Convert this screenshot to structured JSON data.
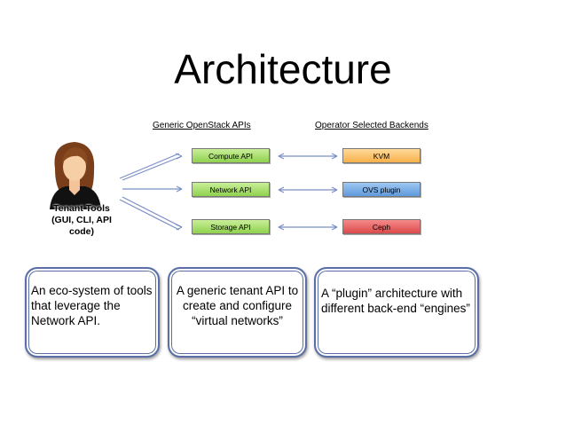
{
  "title": "Architecture",
  "headers": {
    "apis": "Generic OpenStack APIs",
    "backends": "Operator Selected Backends"
  },
  "apis": [
    {
      "label": "Compute API"
    },
    {
      "label": "Network API"
    },
    {
      "label": "Storage API"
    }
  ],
  "backends": [
    {
      "label": "KVM",
      "color": "#f7b04a"
    },
    {
      "label": "OVS plugin",
      "color": "#5f99dc"
    },
    {
      "label": "Ceph",
      "color": "#dc4a4a"
    }
  ],
  "tenant": {
    "line1": "Tenant Tools",
    "line2": "(GUI, CLI, API",
    "line3": "code)"
  },
  "cards": [
    {
      "text": "An eco-system of tools that leverage the Network API."
    },
    {
      "text": "A generic tenant API to create and configure “virtual networks”"
    },
    {
      "text": "A “plugin” architecture with different back-end “engines”"
    }
  ]
}
